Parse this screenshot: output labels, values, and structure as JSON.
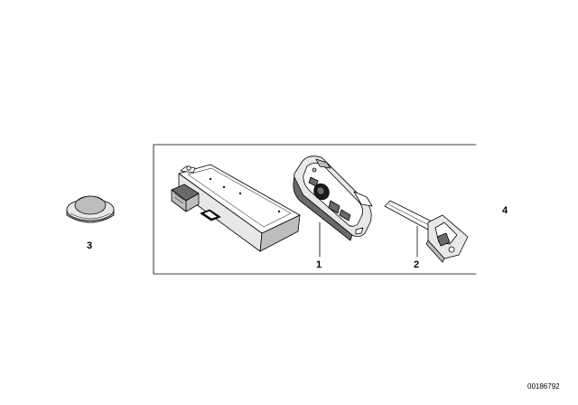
{
  "callouts": {
    "part_1": "1",
    "part_2": "2",
    "part_3": "3",
    "part_4": "4"
  },
  "document_number": "00186792"
}
